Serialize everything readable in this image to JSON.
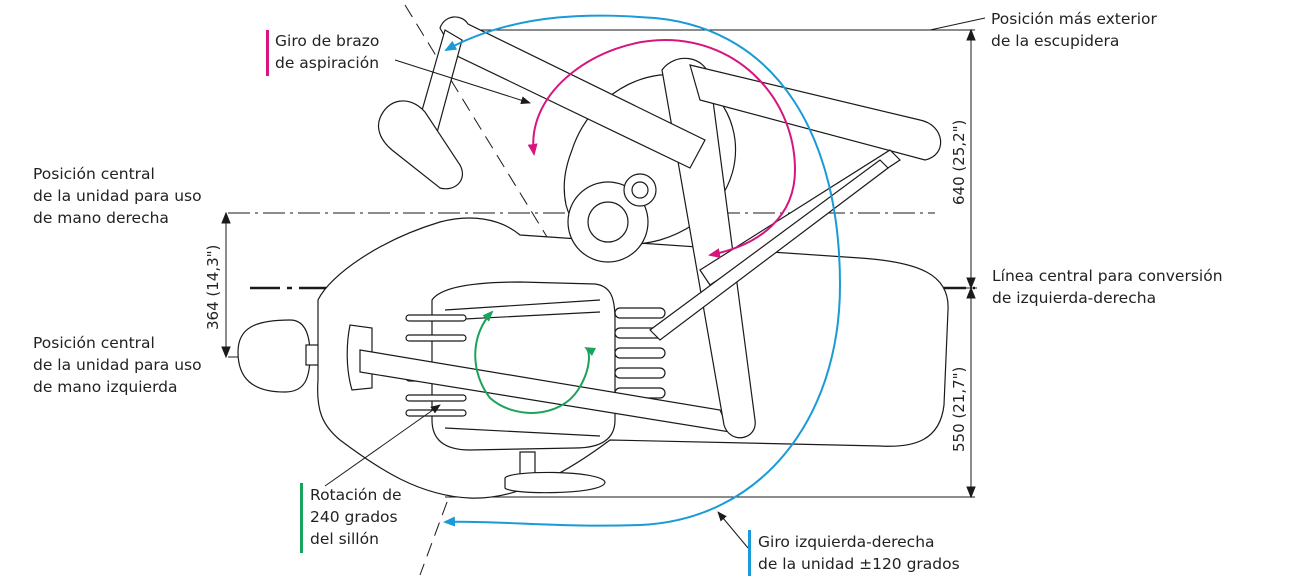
{
  "colors": {
    "suction_arm": "#d6157f",
    "chair_rotation": "#1aa35a",
    "unit_swing": "#1a9ad6",
    "line": "#1a1a1a",
    "text": "#222222"
  },
  "labels": {
    "suction_arm": [
      "Giro de brazo",
      "de aspiración"
    ],
    "spittoon": [
      "Posición más exterior",
      "de la escupidera"
    ],
    "center_right": [
      "Posición central",
      "de la unidad para uso",
      "de mano derecha"
    ],
    "center_left": [
      "Posición central",
      "de la unidad para uso",
      "de mano izquierda"
    ],
    "conversion_line": [
      "Línea central para conversión",
      "de izquierda-derecha"
    ],
    "chair_rotation": [
      "Rotación de",
      "240 grados",
      "del sillón"
    ],
    "unit_swing": [
      "Giro izquierda-derecha",
      "de la unidad ±120 grados"
    ]
  },
  "dimensions": {
    "top_right": "640 (25,2\")",
    "bottom_right": "550 (21,7\")",
    "left": "364 (14,3\")"
  }
}
